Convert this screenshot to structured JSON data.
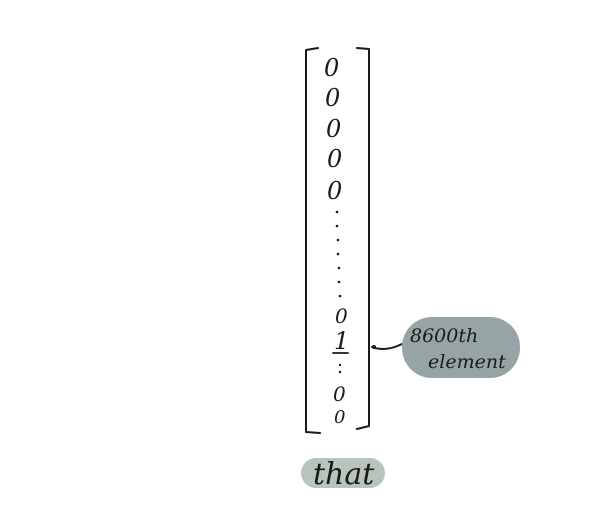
{
  "vector": {
    "top_entries": [
      "0",
      "0",
      "0",
      "0",
      "0"
    ],
    "highlighted_entry": "1",
    "bottom_entries": [
      "0",
      "0"
    ]
  },
  "callout": {
    "line1": "8600th",
    "line2": "element",
    "fill": "#97a4a5"
  },
  "word_label": {
    "text": "that",
    "fill": "#b8c4bc"
  },
  "ink_color": "#1a1a1a"
}
